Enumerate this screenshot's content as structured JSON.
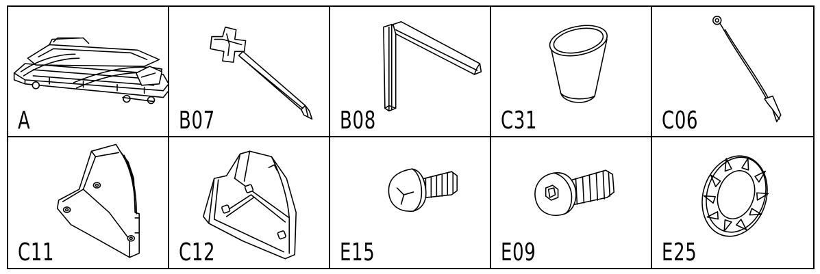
{
  "parts": [
    {
      "id": "part-a",
      "label": "A",
      "icon": "treadmill-icon"
    },
    {
      "id": "part-b07",
      "label": "B07",
      "icon": "wrench-screwdriver-icon"
    },
    {
      "id": "part-b08",
      "label": "B08",
      "icon": "allen-key-icon"
    },
    {
      "id": "part-c31",
      "label": "C31",
      "icon": "oil-bottle-icon"
    },
    {
      "id": "part-c06",
      "label": "C06",
      "icon": "safety-key-clip-icon"
    },
    {
      "id": "part-c11",
      "label": "C11",
      "icon": "left-cover-icon"
    },
    {
      "id": "part-c12",
      "label": "C12",
      "icon": "right-cover-icon"
    },
    {
      "id": "part-e15",
      "label": "E15",
      "icon": "phillips-screw-icon"
    },
    {
      "id": "part-e09",
      "label": "E09",
      "icon": "hex-bolt-icon"
    },
    {
      "id": "part-e25",
      "label": "E25",
      "icon": "lock-washer-icon"
    }
  ],
  "colors": {
    "line": "#000000",
    "background": "#ffffff"
  }
}
